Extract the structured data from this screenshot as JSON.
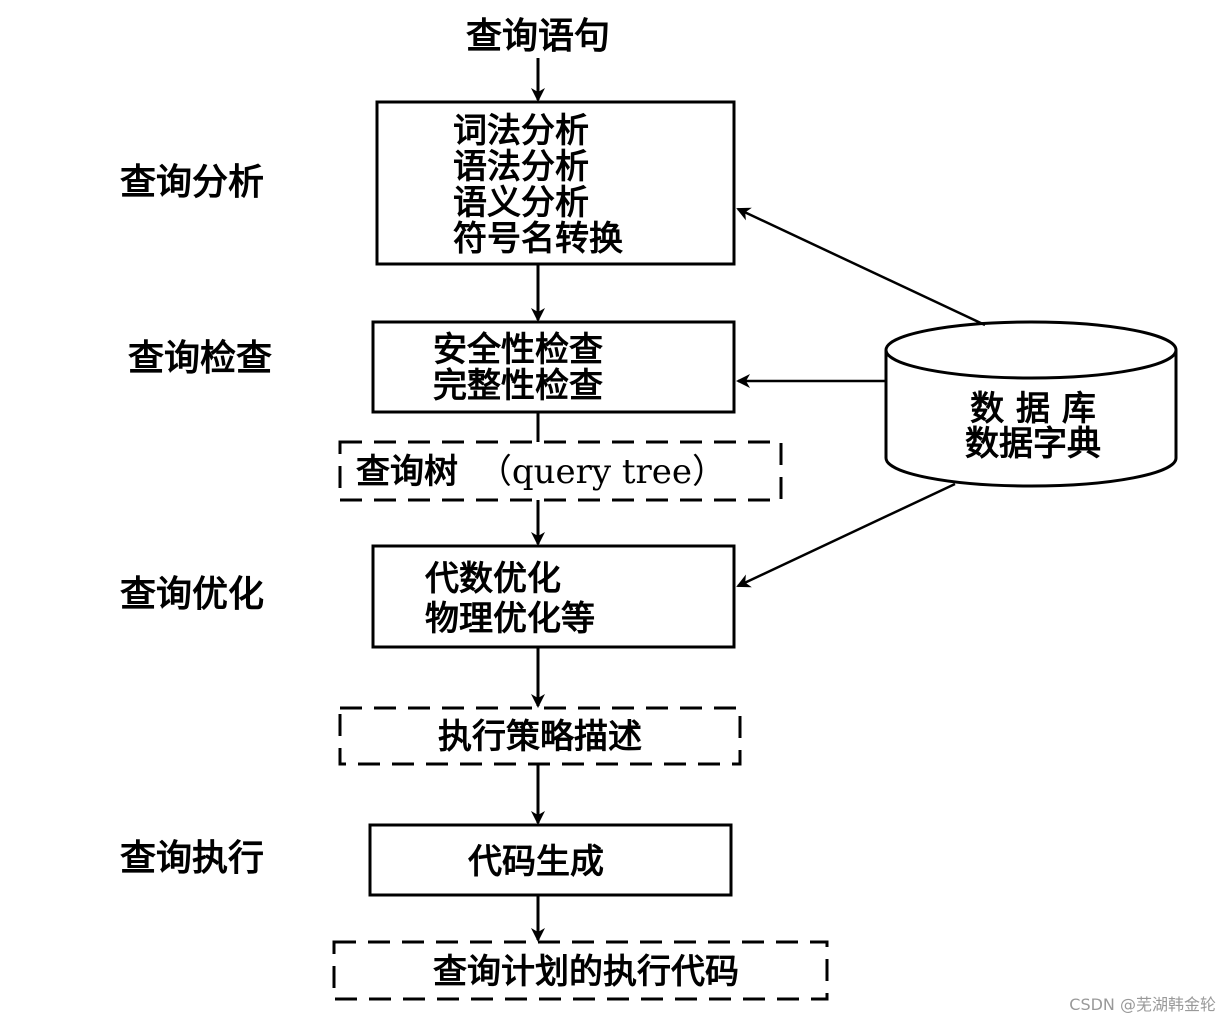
{
  "title": "查询语句",
  "stages": {
    "analysis": "查询分析",
    "check": "查询检查",
    "optimize": "查询优化",
    "execute": "查询执行"
  },
  "analysis_box": {
    "lines": [
      "词法分析",
      "语法分析",
      "语义分析",
      "符号名转换"
    ]
  },
  "check_box": {
    "lines": [
      "安全性检查",
      "完整性检查"
    ]
  },
  "query_tree": {
    "text_cn": "查询树",
    "text_en": "（query tree）"
  },
  "optimize_box": {
    "lines": [
      "代数优化",
      "物理优化等"
    ]
  },
  "strategy": {
    "text": "执行策略描述"
  },
  "codegen_box": {
    "text": "代码生成"
  },
  "final": {
    "text": "查询计划的执行代码"
  },
  "database": {
    "line1": "数 据 库",
    "line2": "数据字典"
  },
  "watermark": "CSDN @芜湖韩金轮",
  "colors": {
    "stroke": "#000000",
    "background": "#ffffff",
    "watermark": "#999999"
  }
}
